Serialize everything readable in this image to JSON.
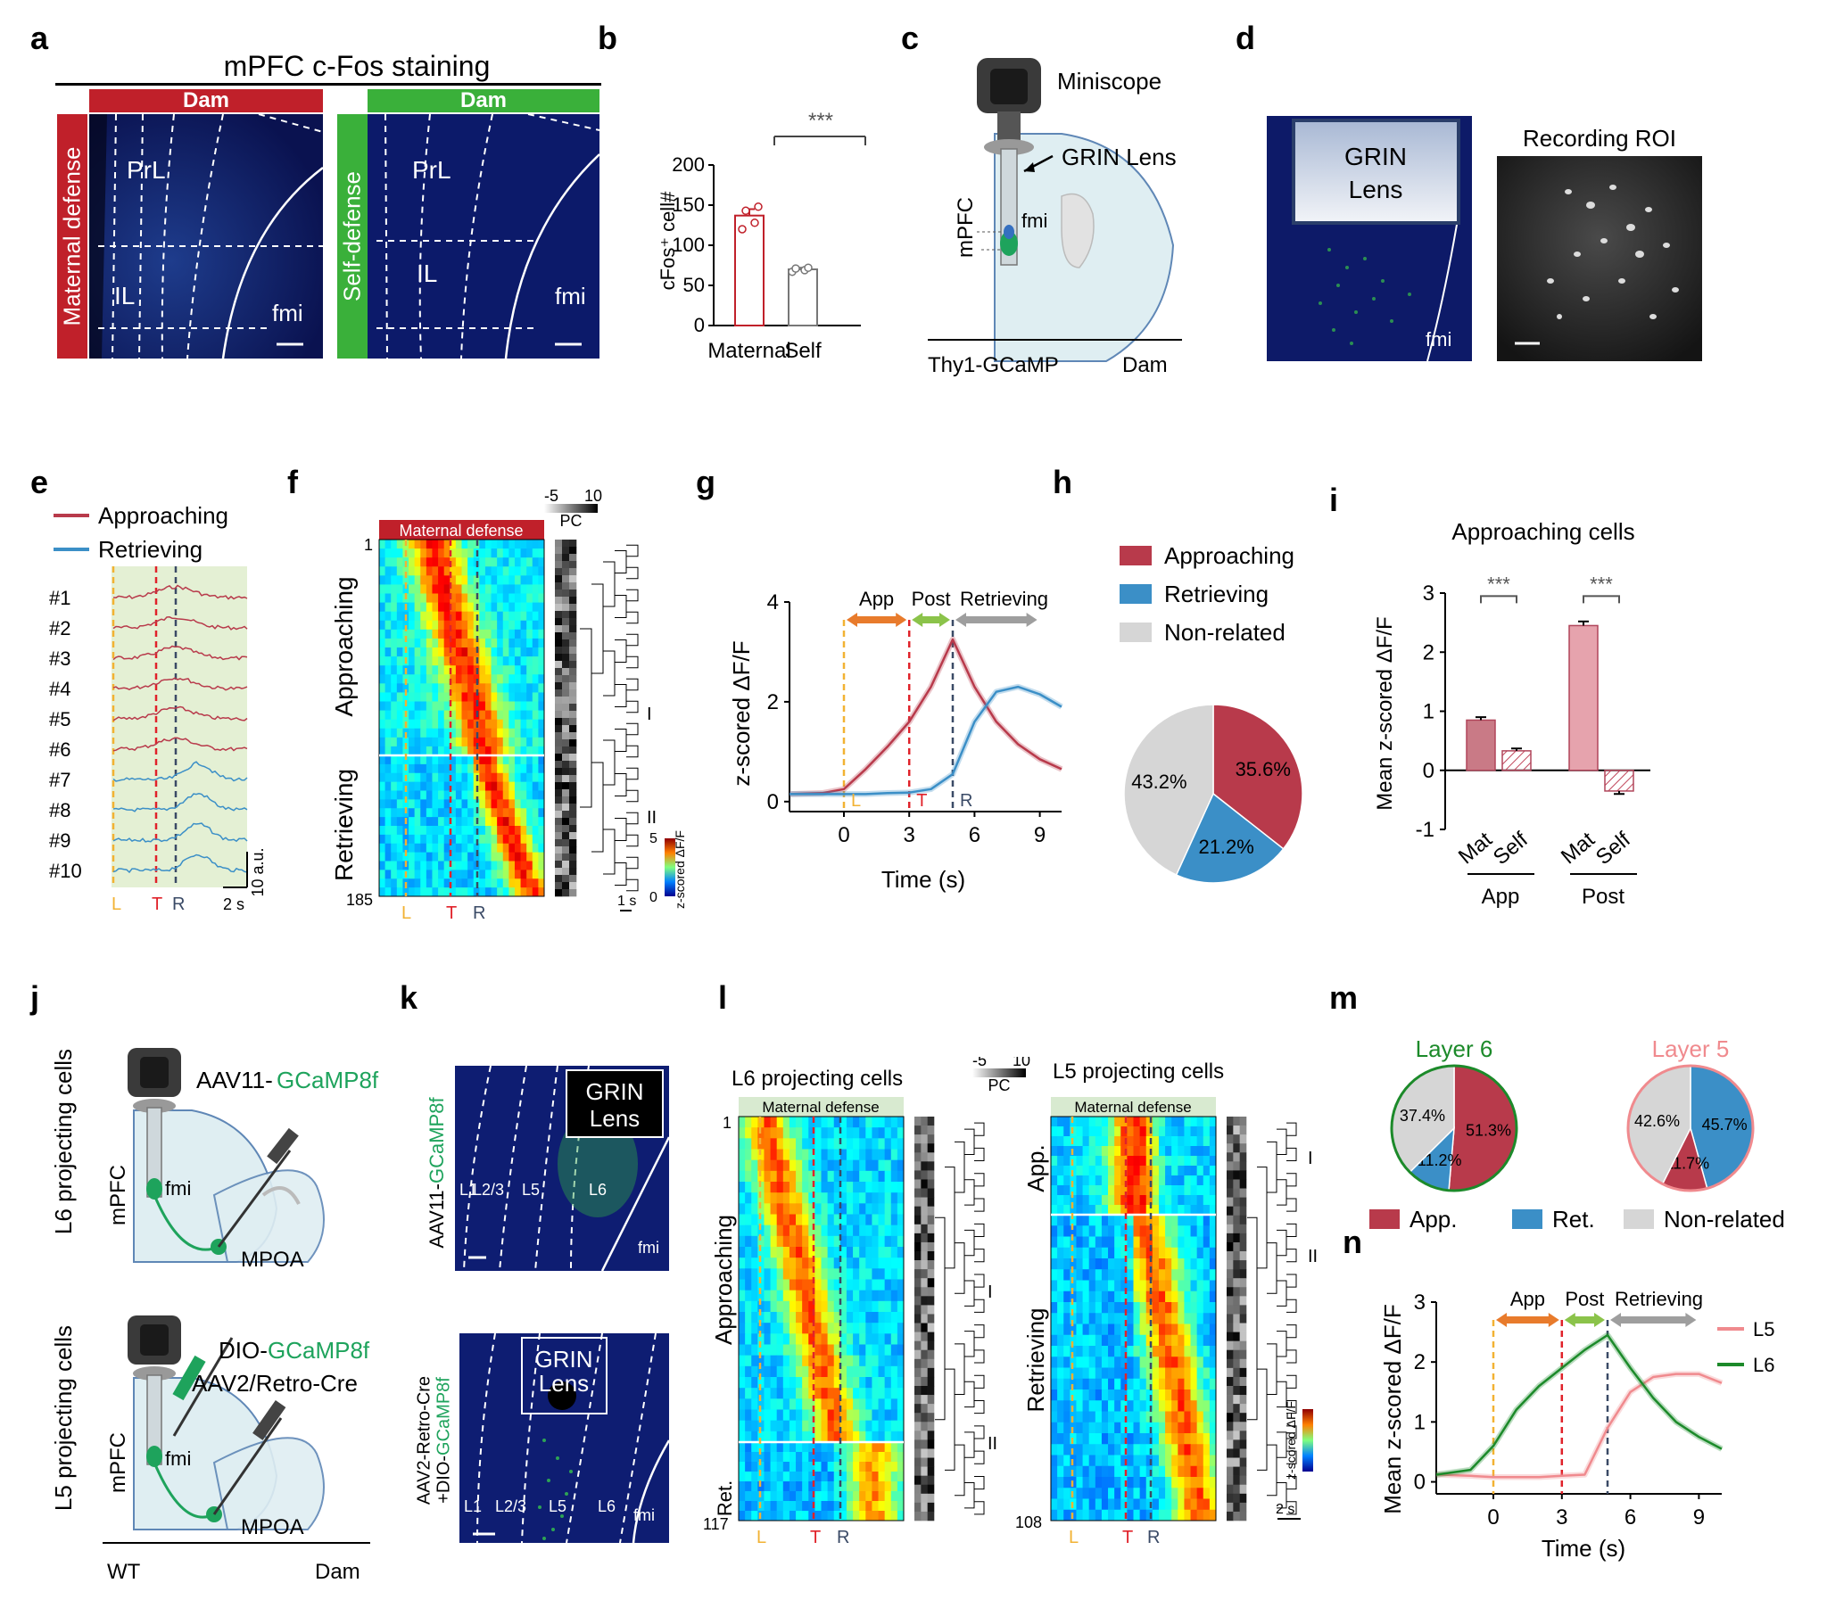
{
  "panel_letters": [
    "a",
    "b",
    "c",
    "d",
    "e",
    "f",
    "g",
    "h",
    "i",
    "j",
    "k",
    "l",
    "m",
    "n"
  ],
  "a": {
    "title": "mPFC c-Fos staining",
    "dam_label": "Dam",
    "left_side_label": "Maternal defense",
    "right_side_label": "Self-defense",
    "region_prl": "PrL",
    "region_il": "IL",
    "region_fmi": "fmi",
    "colors": {
      "maternal": "#c0202a",
      "self": "#3ab03a"
    }
  },
  "b": {
    "ylabel": "cFos⁺ cell#",
    "significance": "***",
    "yticks": [
      "0",
      "50",
      "100",
      "150",
      "200"
    ],
    "categories": [
      "Maternal",
      "Self"
    ]
  },
  "c": {
    "miniscope": "Miniscope",
    "grin": "GRIN Lens",
    "mpfc": "mPFC",
    "fmi": "fmi",
    "thy1": "Thy1-GCaMP",
    "dam": "Dam"
  },
  "d": {
    "grin_line1": "GRIN",
    "grin_line2": "Lens",
    "fmi": "fmi",
    "roi_title": "Recording ROI"
  },
  "e": {
    "legend": [
      {
        "name": "Approaching",
        "color": "#b83a4b"
      },
      {
        "name": "Retrieving",
        "color": "#3b8fc7"
      }
    ],
    "trace_labels": [
      "#1",
      "#2",
      "#3",
      "#4",
      "#5",
      "#6",
      "#7",
      "#8",
      "#9",
      "#10"
    ],
    "markers": [
      "L",
      "T",
      "R"
    ],
    "scale_y": "10 a.u.",
    "scale_x": "2 s"
  },
  "f": {
    "header": "Maternal defense",
    "cb_min": "-5",
    "cb_max": "10",
    "cb_label": "PC",
    "group_top": "Approaching",
    "group_bottom": "Retrieving",
    "row_first": "1",
    "row_last": "185",
    "markers": [
      "L",
      "T",
      "R"
    ],
    "cluster_1": "I",
    "cluster_2": "II",
    "cbar_max": "5",
    "cbar_min": "0",
    "cbar_label": "z-scored ΔF/F",
    "scale_x": "1 s"
  },
  "g": {
    "ylabel": "z-scored  ΔF/F",
    "xlabel": "Time (s)",
    "phases": [
      "App",
      "Post",
      "Retrieving"
    ],
    "markers": [
      "L",
      "T",
      "R"
    ],
    "xticks": [
      "0",
      "3",
      "6",
      "9"
    ],
    "yticks": [
      "0",
      "2",
      "4"
    ]
  },
  "h": {
    "legend": [
      "Approaching",
      "Retrieving",
      "Non-related"
    ],
    "colors": {
      "approaching": "#b83a4b",
      "retrieving": "#3b8fc7",
      "non_related": "#d6d6d6"
    }
  },
  "i": {
    "title": "Approaching cells",
    "ylabel": "Mean z-scored  ΔF/F",
    "yticks": [
      "-1",
      "0",
      "1",
      "2",
      "3"
    ],
    "bar_labels": [
      "Mat",
      "Self",
      "Mat",
      "Self"
    ],
    "groups": [
      "App",
      "Post"
    ],
    "significance": "***"
  },
  "j": {
    "l6_side": "L6 projecting cells",
    "l5_side": "L5 projecting cells",
    "aav11_prefix": "AAV11-",
    "gcamp": "GCaMP8f",
    "dio_prefix": "DIO-",
    "retro": "AAV2/Retro-Cre",
    "mpfc": "mPFC",
    "fmi": "fmi",
    "mpoa": "MPOA",
    "wt": "WT",
    "dam": "Dam"
  },
  "k": {
    "top_side_prefix": "AAV11-",
    "gcamp": "GCaMP8f",
    "bottom_side_line1": "AAV2-Retro-Cre",
    "bottom_side_line2_prefix": "+DIO-",
    "grin_line1": "GRIN",
    "grin_line2": "Lens",
    "layers_top": [
      "L1",
      "L2/3",
      "L5",
      "L6"
    ],
    "layers_bottom": [
      "L1",
      "L2/3",
      "L5",
      "L6"
    ],
    "fmi": "fmi"
  },
  "l": {
    "title_left": "L6 projecting cells",
    "title_right": "L5 projecting cells",
    "header": "Maternal defense",
    "cb_min": "-5",
    "cb_max": "10",
    "cb_label": "PC",
    "left_group_top": "Approaching",
    "left_group_bottom": "Ret.",
    "right_group_top": "App.",
    "right_group_bottom": "Retrieving",
    "left_first": "1",
    "left_last": "117",
    "right_last": "108",
    "markers": [
      "L",
      "T",
      "R"
    ],
    "cluster_1": "I",
    "cluster_2": "II",
    "cbar_label": "z-scored ΔF/F",
    "scale_x": "2 s"
  },
  "m": {
    "layer6": "Layer 6",
    "layer5": "Layer 5",
    "legend": [
      "App.",
      "Ret.",
      "Non-related"
    ]
  },
  "n": {
    "ylabel": "Mean z-scored ΔF/F",
    "xlabel": "Time (s)",
    "phases": [
      "App",
      "Post",
      "Retrieving"
    ],
    "series_names": [
      "L5",
      "L6"
    ],
    "colors": {
      "L5": "#f08a8e",
      "L6": "#1c8a2a"
    },
    "xticks": [
      "0",
      "3",
      "6",
      "9"
    ],
    "yticks": [
      "0",
      "1",
      "2",
      "3"
    ]
  },
  "chart_data": [
    {
      "id": "b",
      "type": "bar",
      "categories": [
        "Maternal",
        "Self"
      ],
      "values": [
        137,
        70
      ],
      "errors": [
        8,
        2
      ],
      "points": [
        [
          120,
          128,
          143,
          148
        ],
        [
          67,
          69,
          71,
          72
        ]
      ],
      "ylabel": "cFos⁺ cell#",
      "ylim": [
        0,
        200
      ]
    },
    {
      "id": "g",
      "type": "line",
      "xlabel": "Time (s)",
      "ylabel": "z-scored  ΔF/F",
      "xlim": [
        -2.5,
        10
      ],
      "ylim": [
        -0.2,
        4
      ],
      "x": [
        -2.5,
        -1,
        0,
        1,
        2,
        3,
        4,
        5,
        6,
        7,
        8,
        9,
        10
      ],
      "series": [
        {
          "name": "Approaching",
          "color": "#b83a4b",
          "values": [
            0.15,
            0.17,
            0.25,
            0.65,
            1.1,
            1.6,
            2.3,
            3.25,
            2.3,
            1.6,
            1.15,
            0.85,
            0.65
          ]
        },
        {
          "name": "Retrieving",
          "color": "#3b8fc7",
          "values": [
            0.15,
            0.15,
            0.15,
            0.15,
            0.17,
            0.18,
            0.25,
            0.55,
            1.6,
            2.2,
            2.3,
            2.15,
            1.9
          ]
        }
      ]
    },
    {
      "id": "h",
      "type": "pie",
      "labels": [
        "Approaching",
        "Retrieving",
        "Non-related"
      ],
      "values": [
        35.6,
        21.2,
        43.2
      ],
      "value_labels": [
        "35.6%",
        "21.2%",
        "43.2%"
      ]
    },
    {
      "id": "i",
      "type": "bar",
      "title": "Approaching cells",
      "categories": [
        "Mat",
        "Self",
        "Mat",
        "Self"
      ],
      "groups": [
        "App",
        "Post"
      ],
      "values": [
        0.85,
        0.33,
        2.45,
        -0.35
      ],
      "errors": [
        0.05,
        0.04,
        0.07,
        0.05
      ],
      "ylim": [
        -1,
        3
      ]
    },
    {
      "id": "m-layer6",
      "type": "pie",
      "title": "Layer 6",
      "labels": [
        "App.",
        "Ret.",
        "Non-related"
      ],
      "values": [
        51.3,
        11.2,
        37.4
      ],
      "value_labels": [
        "51.3%",
        "11.2%",
        "37.4%"
      ]
    },
    {
      "id": "m-layer5",
      "type": "pie",
      "title": "Layer 5",
      "labels": [
        "Ret.",
        "App.",
        "Non-related"
      ],
      "values": [
        45.7,
        11.7,
        42.6
      ],
      "value_labels": [
        "45.7%",
        "11.7%",
        "42.6%"
      ]
    },
    {
      "id": "n",
      "type": "line",
      "xlabel": "Time (s)",
      "ylabel": "Mean z-scored ΔF/F",
      "xlim": [
        -2.5,
        10
      ],
      "ylim": [
        -0.2,
        3
      ],
      "x": [
        -2.5,
        -1,
        0,
        1,
        2,
        3,
        4,
        5,
        6,
        7,
        8,
        9,
        10
      ],
      "series": [
        {
          "name": "L5",
          "color": "#f08a8e",
          "values": [
            0.12,
            0.1,
            0.08,
            0.08,
            0.08,
            0.1,
            0.12,
            0.9,
            1.5,
            1.75,
            1.8,
            1.8,
            1.65
          ]
        },
        {
          "name": "L6",
          "color": "#1c8a2a",
          "values": [
            0.12,
            0.2,
            0.6,
            1.2,
            1.6,
            1.9,
            2.2,
            2.45,
            1.9,
            1.4,
            1.0,
            0.75,
            0.55
          ]
        }
      ]
    }
  ]
}
